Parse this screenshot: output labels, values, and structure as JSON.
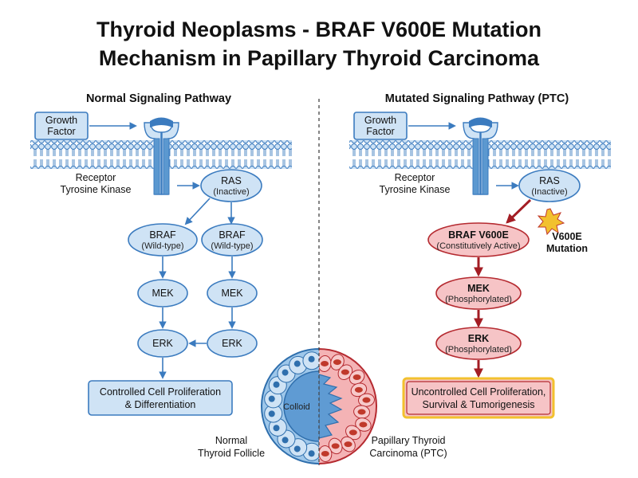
{
  "title": {
    "line1": "Thyroid Neoplasms - BRAF V600E Mutation",
    "line2": "Mechanism in Papillary Thyroid Carcinoma"
  },
  "normal": {
    "heading": "Normal Signaling Pathway",
    "growth_factor": [
      "Growth",
      "Factor"
    ],
    "receptor": [
      "Receptor",
      "Tyrosine Kinase"
    ],
    "ras": [
      "RAS",
      "(Inactive)"
    ],
    "braf": [
      "BRAF",
      "(Wild-type)"
    ],
    "mek": "MEK",
    "erk": "ERK",
    "outcome": [
      "Controlled Cell Proliferation",
      "& Differentiation"
    ]
  },
  "mutated": {
    "heading": "Mutated Signaling Pathway (PTC)",
    "growth_factor": [
      "Growth",
      "Factor"
    ],
    "receptor": [
      "Receptor",
      "Tyrosine Kinase"
    ],
    "ras": [
      "RAS",
      "(Inactive)"
    ],
    "braf": [
      "BRAF V600E",
      "(Constitutively Active)"
    ],
    "mutation": [
      "V600E",
      "Mutation"
    ],
    "mek": [
      "MEK",
      "(Phosphorylated)"
    ],
    "erk": [
      "ERK",
      "(Phosphorylated)"
    ],
    "outcome": [
      "Uncontrolled Cell Proliferation,",
      "Survival & Tumorigenesis"
    ]
  },
  "follicle": {
    "center": "Colloid",
    "normal_label": [
      "Normal",
      "Thyroid Follicle"
    ],
    "ptc_label": [
      "Papillary Thyroid",
      "Carcinoma (PTC)"
    ]
  },
  "colors": {
    "normal_fill": "#cfe3f5",
    "normal_stroke": "#3b7bbf",
    "mutated_fill": "#f6c4c6",
    "mutated_stroke": "#b52a30",
    "highlight": "#f2c12e"
  }
}
